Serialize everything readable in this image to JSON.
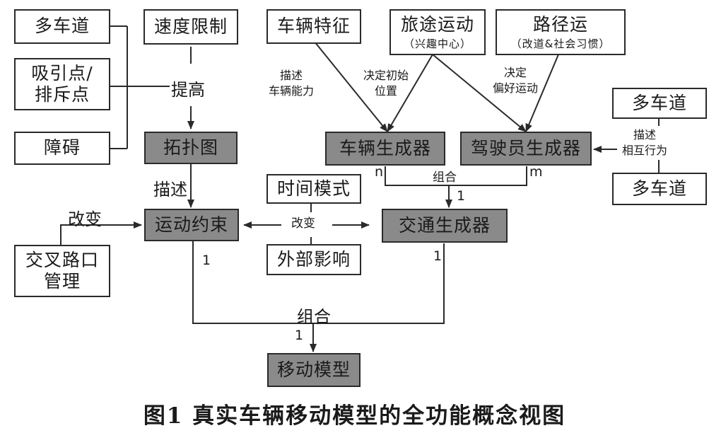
{
  "nodes": {
    "lane_multi_1": "多车道",
    "attract_repel": "吸引点/排斥点",
    "obstacle": "障碍",
    "speed_limit": "速度限制",
    "topology_map": "拓扑图",
    "vehicle_features": "车辆特征",
    "trip_motion": "旅途运动",
    "trip_motion_sub": "（兴趣中心）",
    "path_motion": "路径运",
    "path_motion_sub": "（改道&社会习惯）",
    "lane_multi_2": "多车道",
    "lane_multi_3": "多车道",
    "vehicle_generator": "车辆生成器",
    "driver_generator": "驾驶员生成器",
    "time_pattern": "时间模式",
    "external_influence": "外部影响",
    "motion_constraint": "运动约束",
    "traffic_generator": "交通生成器",
    "intersection_mgmt": "交叉路口管理",
    "mobility_model": "移动模型"
  },
  "labels": {
    "improve": "提高",
    "describe": "描述",
    "change_left": "改变",
    "change_mid": "改变",
    "describe_capability_1": "描述",
    "describe_capability_2": "车辆能力",
    "decide_initial_1": "决定初始",
    "decide_initial_2": "位置",
    "decide_pref_1": "决定",
    "decide_pref_2": "偏好运动",
    "describe_interact_1": "描述",
    "describe_interact_2": "相互行为",
    "combine_top": "组合",
    "combine_bottom": "组合",
    "card_n": "n",
    "card_m": "m",
    "card_1_top": "1",
    "card_1_left": "1",
    "card_1_right": "1",
    "card_1_bottom": "1"
  },
  "caption": "图1 真实车辆移动模型的全功能概念视图",
  "colors": {
    "line": "#2a2a2a",
    "gray_fill": "#8a8a8a",
    "border": "#2a2a2a"
  }
}
